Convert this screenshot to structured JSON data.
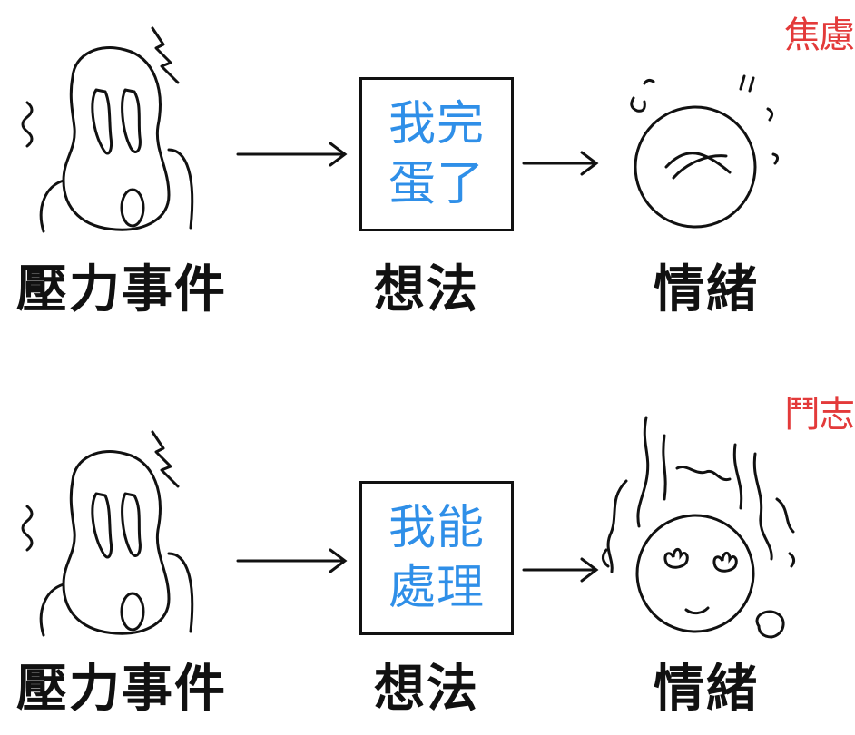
{
  "rows": [
    {
      "event_label": "壓力事件",
      "thought_label": "想法",
      "thought_text": "我完蛋了",
      "emotion_label": "情緒",
      "emotion_word": "焦慮"
    },
    {
      "event_label": "壓力事件",
      "thought_label": "想法",
      "thought_text": "我能處理",
      "emotion_label": "情緒",
      "emotion_word": "鬥志"
    }
  ],
  "colors": {
    "thought_text": "#2f8fe8",
    "emotion_word": "#e33a3a",
    "ink": "#111111"
  },
  "icons": {
    "event": "stressed-figure-icon",
    "arrow": "arrow-right-icon",
    "emotion_row_1": "anxious-face-icon",
    "emotion_row_2": "fired-up-face-icon"
  }
}
